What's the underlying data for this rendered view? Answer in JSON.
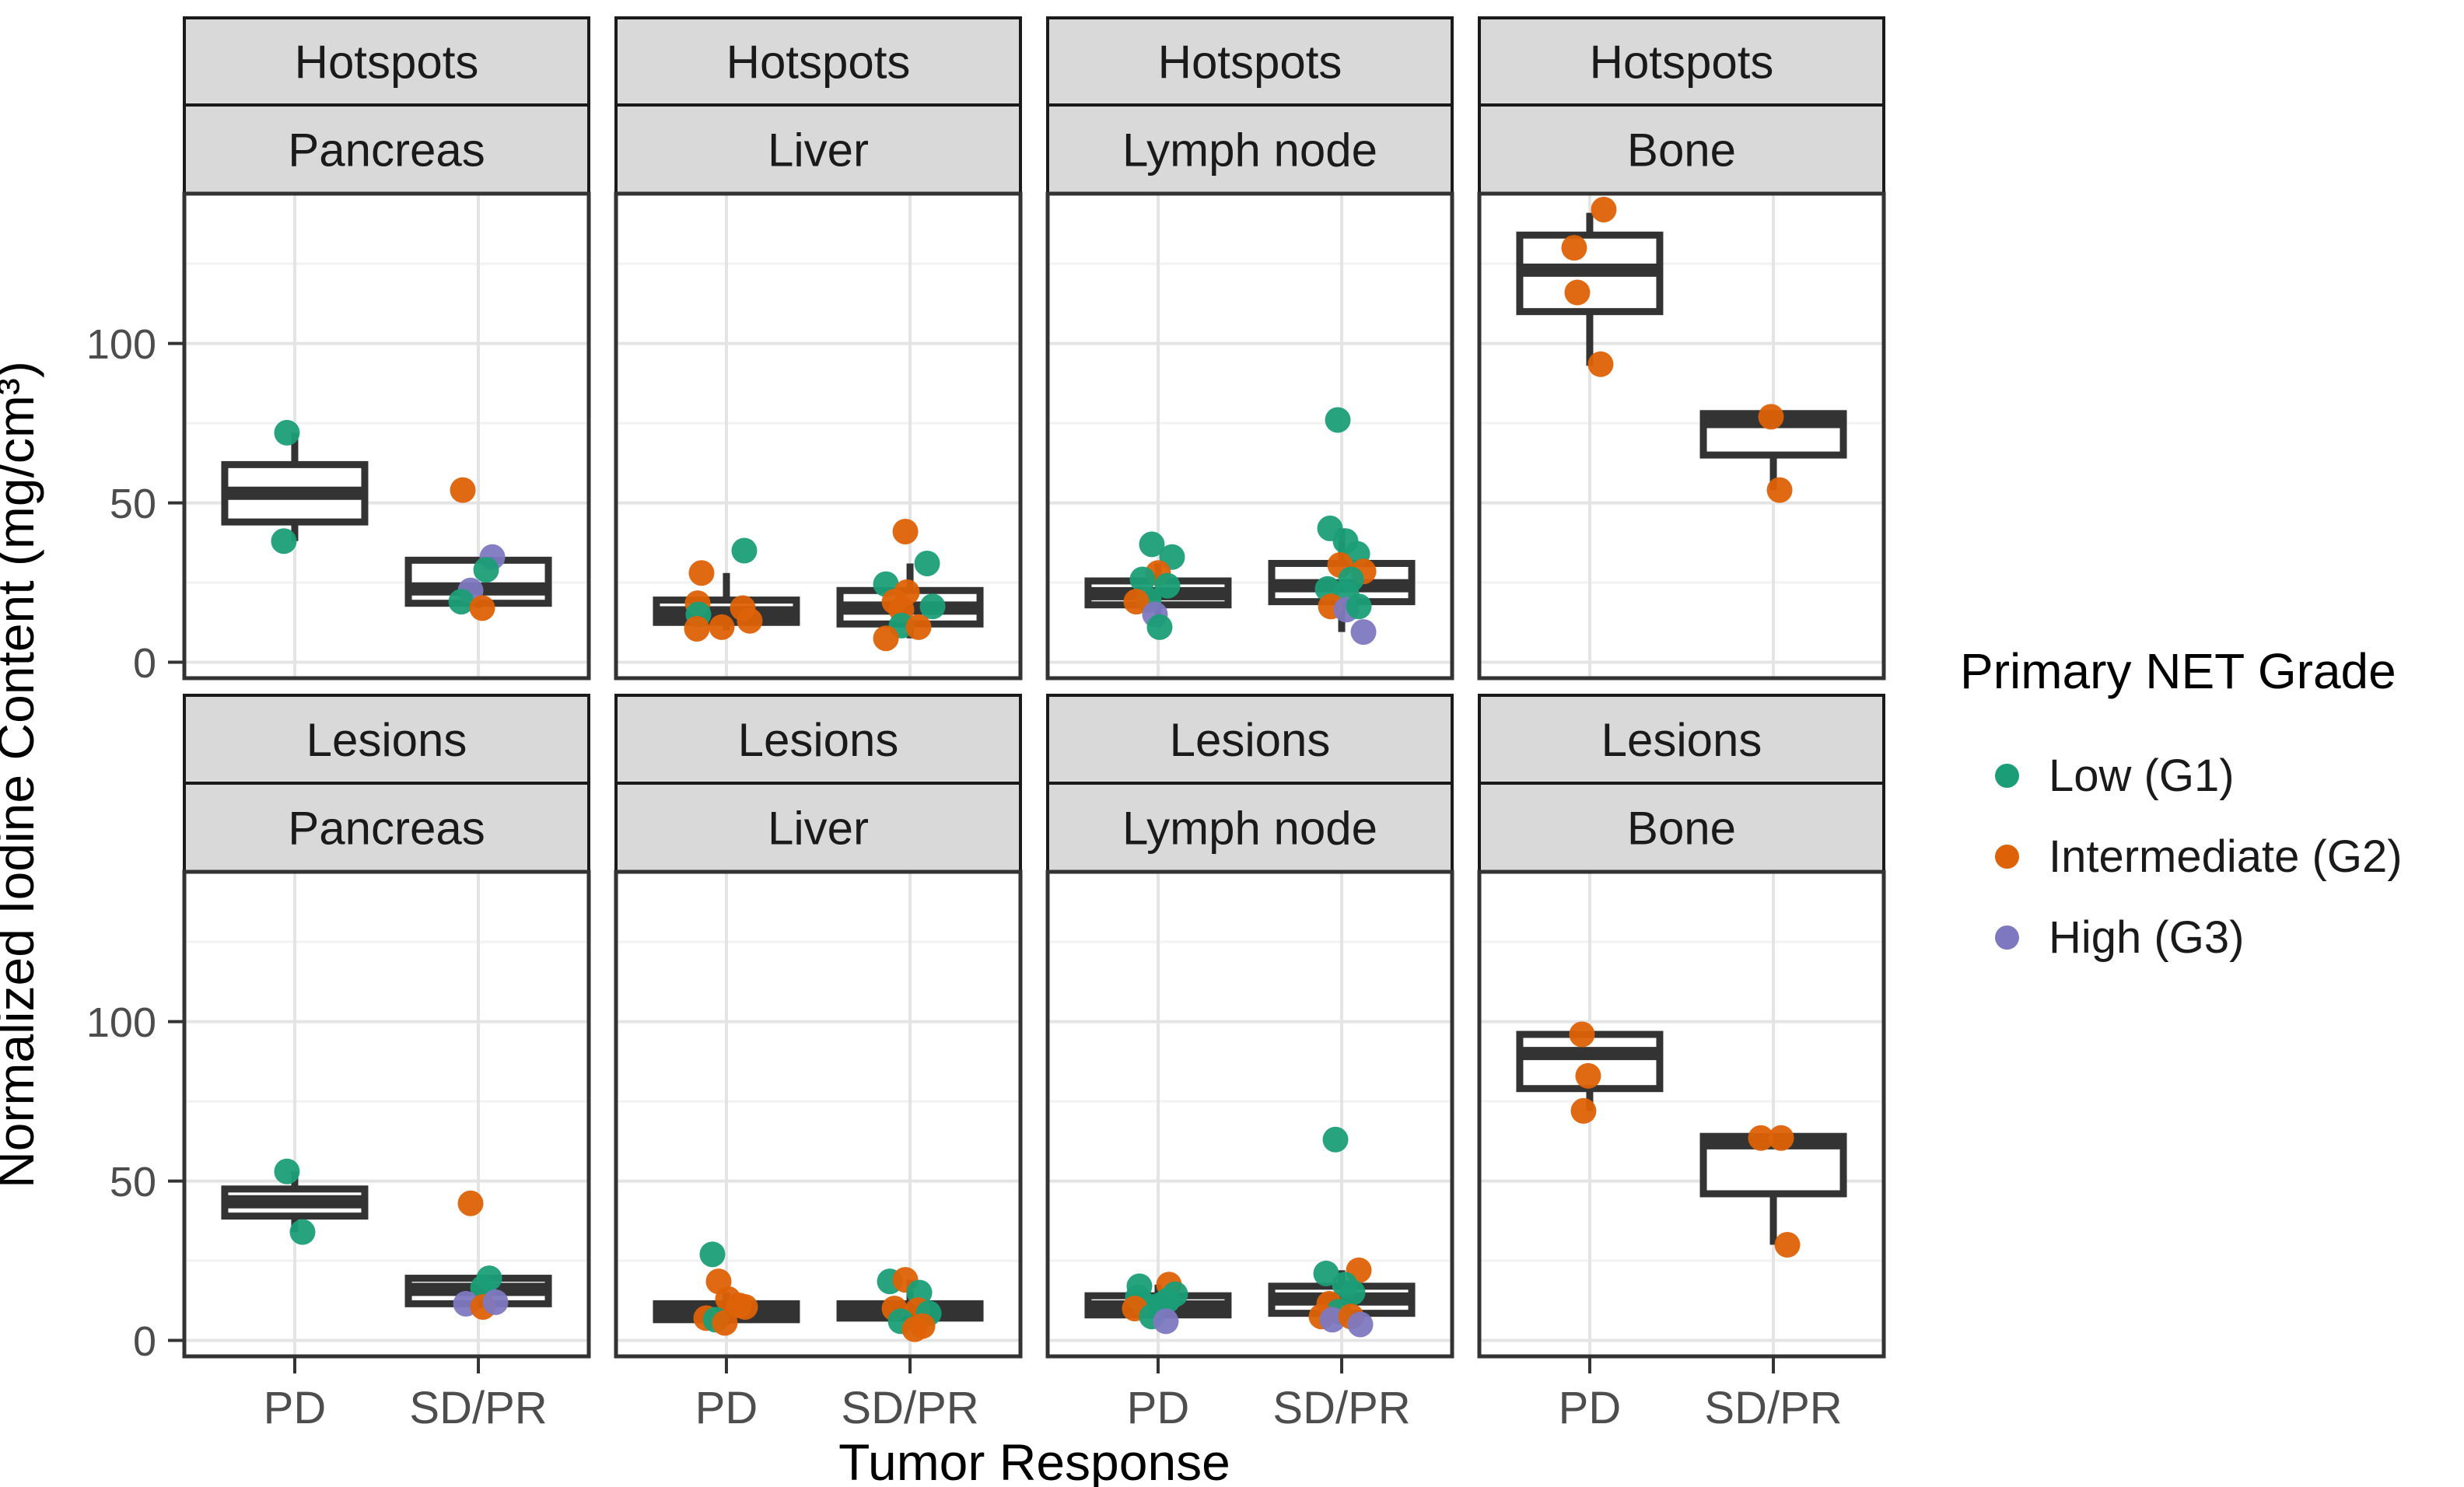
{
  "figure": {
    "y_axis_title": "Normalized Iodine Content (mg/cm³)",
    "x_axis_title": "Tumor Response",
    "y_ticks": [
      0,
      50,
      100
    ],
    "x_categories": [
      "PD",
      "SD/PR"
    ]
  },
  "legend": {
    "title": "Primary NET Grade",
    "items": [
      {
        "id": "G1",
        "label": "Low (G1)",
        "color": "#1B9E77"
      },
      {
        "id": "G2",
        "label": "Intermediate (G2)",
        "color": "#DE6207"
      },
      {
        "id": "G3",
        "label": "High (G3)",
        "color": "#7E78C0"
      }
    ]
  },
  "chart_data": {
    "type": "boxplot-with-jitter",
    "title": "",
    "xlabel": "Tumor Response",
    "ylabel": "Normalized Iodine Content (mg/cm³)",
    "facet_rows": [
      "Hotspots",
      "Lesions"
    ],
    "facet_cols": [
      "Pancreas",
      "Liver",
      "Lymph node",
      "Bone"
    ],
    "y_domain": [
      -5,
      147
    ],
    "grid": {
      "major": [
        0,
        50,
        100
      ],
      "minor": [
        25,
        75,
        125
      ]
    },
    "colors": {
      "box_stroke": "#333333",
      "strip_fill": "#D9D9D9",
      "strip_stroke": "#1a1a1a",
      "panel_stroke": "#333333",
      "grid_major": "#E4E4E4",
      "grid_minor": "#F2F2F2",
      "tick_label": "#4D4D4D"
    },
    "panels": [
      {
        "row": "Hotspots",
        "col": "Pancreas",
        "groups": [
          {
            "category": "PD",
            "box": {
              "q1": 44,
              "median": 53,
              "q3": 62,
              "lo": 38,
              "hi": 72
            },
            "points": [
              {
                "v": 72,
                "g": "G1",
                "dx": -10
              },
              {
                "v": 38,
                "g": "G1",
                "dx": -14
              }
            ]
          },
          {
            "category": "SD/PR",
            "box": {
              "q1": 18.5,
              "median": 23,
              "q3": 32,
              "lo": 17,
              "hi": 33
            },
            "points": [
              {
                "v": 54,
                "g": "G2",
                "dx": -20
              },
              {
                "v": 33,
                "g": "G3",
                "dx": 18
              },
              {
                "v": 29,
                "g": "G1",
                "dx": 10
              },
              {
                "v": 22.5,
                "g": "G3",
                "dx": -10
              },
              {
                "v": 19,
                "g": "G1",
                "dx": -22
              },
              {
                "v": 17,
                "g": "G2",
                "dx": 5
              }
            ]
          }
        ]
      },
      {
        "row": "Hotspots",
        "col": "Liver",
        "groups": [
          {
            "category": "PD",
            "box": {
              "q1": 12.5,
              "median": 15.5,
              "q3": 19.5,
              "lo": 10,
              "hi": 28
            },
            "points": [
              {
                "v": 35,
                "g": "G1",
                "dx": 23
              },
              {
                "v": 28,
                "g": "G2",
                "dx": -32
              },
              {
                "v": 18.5,
                "g": "G2",
                "dx": -37
              },
              {
                "v": 15,
                "g": "G1",
                "dx": -36
              },
              {
                "v": 10.5,
                "g": "G2",
                "dx": -38
              },
              {
                "v": 11,
                "g": "G2",
                "dx": -6
              },
              {
                "v": 17,
                "g": "G2",
                "dx": 21
              },
              {
                "v": 13,
                "g": "G2",
                "dx": 30
              }
            ]
          },
          {
            "category": "SD/PR",
            "box": {
              "q1": 12,
              "median": 17,
              "q3": 22.5,
              "lo": 7.5,
              "hi": 31
            },
            "points": [
              {
                "v": 41,
                "g": "G2",
                "dx": -6
              },
              {
                "v": 31,
                "g": "G1",
                "dx": 22
              },
              {
                "v": 24.5,
                "g": "G1",
                "dx": -31
              },
              {
                "v": 22,
                "g": "G2",
                "dx": -4
              },
              {
                "v": 19,
                "g": "G2",
                "dx": -20
              },
              {
                "v": 16.5,
                "g": "G2",
                "dx": -11
              },
              {
                "v": 17.5,
                "g": "G1",
                "dx": 29
              },
              {
                "v": 11.5,
                "g": "G1",
                "dx": -11
              },
              {
                "v": 11,
                "g": "G2",
                "dx": 11
              },
              {
                "v": 7.5,
                "g": "G2",
                "dx": -31
              }
            ]
          }
        ]
      },
      {
        "row": "Hotspots",
        "col": "Lymph node",
        "groups": [
          {
            "category": "PD",
            "box": {
              "q1": 18,
              "median": 21.5,
              "q3": 25.5,
              "lo": 11,
              "hi": 31
            },
            "points": [
              {
                "v": 37,
                "g": "G1",
                "dx": -8
              },
              {
                "v": 33,
                "g": "G1",
                "dx": 18
              },
              {
                "v": 28,
                "g": "G2",
                "dx": 0
              },
              {
                "v": 26,
                "g": "G1",
                "dx": -20
              },
              {
                "v": 24,
                "g": "G1",
                "dx": 12
              },
              {
                "v": 19.5,
                "g": "G1",
                "dx": -12
              },
              {
                "v": 19,
                "g": "G2",
                "dx": -28
              },
              {
                "v": 15,
                "g": "G3",
                "dx": -4
              },
              {
                "v": 11,
                "g": "G1",
                "dx": 2
              }
            ]
          },
          {
            "category": "SD/PR",
            "box": {
              "q1": 19,
              "median": 24,
              "q3": 31,
              "lo": 9.5,
              "hi": 42
            },
            "points": [
              {
                "v": 76,
                "g": "G1",
                "dx": -5
              },
              {
                "v": 42,
                "g": "G1",
                "dx": -15
              },
              {
                "v": 38,
                "g": "G1",
                "dx": 5
              },
              {
                "v": 34,
                "g": "G1",
                "dx": 20
              },
              {
                "v": 30.5,
                "g": "G2",
                "dx": -2
              },
              {
                "v": 28.5,
                "g": "G2",
                "dx": 28
              },
              {
                "v": 26,
                "g": "G1",
                "dx": 12
              },
              {
                "v": 23,
                "g": "G1",
                "dx": -18
              },
              {
                "v": 21.5,
                "g": "G1",
                "dx": 6
              },
              {
                "v": 17.5,
                "g": "G2",
                "dx": -14
              },
              {
                "v": 16.5,
                "g": "G3",
                "dx": 6
              },
              {
                "v": 17.5,
                "g": "G1",
                "dx": 22
              },
              {
                "v": 9.5,
                "g": "G3",
                "dx": 28
              }
            ]
          }
        ]
      },
      {
        "row": "Hotspots",
        "col": "Bone",
        "groups": [
          {
            "category": "PD",
            "box": {
              "q1": 110,
              "median": 123,
              "q3": 134,
              "lo": 93,
              "hi": 141
            },
            "points": [
              {
                "v": 142,
                "g": "G2",
                "dx": 18
              },
              {
                "v": 130,
                "g": "G2",
                "dx": -20
              },
              {
                "v": 116,
                "g": "G2",
                "dx": -16
              },
              {
                "v": 93.5,
                "g": "G2",
                "dx": 14
              }
            ]
          },
          {
            "category": "SD/PR",
            "box": {
              "q1": 65,
              "median": 75.5,
              "q3": 78,
              "lo": 54,
              "hi": 78
            },
            "points": [
              {
                "v": 77,
                "g": "G2",
                "dx": -3
              },
              {
                "v": 54,
                "g": "G2",
                "dx": 8
              }
            ]
          }
        ]
      },
      {
        "row": "Lesions",
        "col": "Pancreas",
        "groups": [
          {
            "category": "PD",
            "box": {
              "q1": 39,
              "median": 43.5,
              "q3": 47.5,
              "lo": 34,
              "hi": 53
            },
            "points": [
              {
                "v": 53,
                "g": "G1",
                "dx": -10
              },
              {
                "v": 34,
                "g": "G1",
                "dx": 10
              }
            ]
          },
          {
            "category": "SD/PR",
            "box": {
              "q1": 11.5,
              "median": 16,
              "q3": 19.5,
              "lo": 10,
              "hi": 20
            },
            "points": [
              {
                "v": 43,
                "g": "G2",
                "dx": -10
              },
              {
                "v": 19.5,
                "g": "G1",
                "dx": 14
              },
              {
                "v": 16.5,
                "g": "G1",
                "dx": 6
              },
              {
                "v": 11.5,
                "g": "G3",
                "dx": -16
              },
              {
                "v": 10.5,
                "g": "G2",
                "dx": 6
              },
              {
                "v": 12,
                "g": "G3",
                "dx": 22
              }
            ]
          }
        ]
      },
      {
        "row": "Lesions",
        "col": "Liver",
        "groups": [
          {
            "category": "PD",
            "box": {
              "q1": 6.5,
              "median": 9.5,
              "q3": 11.5,
              "lo": 5,
              "hi": 15
            },
            "points": [
              {
                "v": 27,
                "g": "G1",
                "dx": -18
              },
              {
                "v": 18.5,
                "g": "G2",
                "dx": -10
              },
              {
                "v": 13,
                "g": "G2",
                "dx": 2
              },
              {
                "v": 11,
                "g": "G2",
                "dx": 16
              },
              {
                "v": 10.5,
                "g": "G2",
                "dx": 24
              },
              {
                "v": 7,
                "g": "G2",
                "dx": -26
              },
              {
                "v": 6.5,
                "g": "G1",
                "dx": -14
              },
              {
                "v": 5.5,
                "g": "G2",
                "dx": -2
              }
            ]
          },
          {
            "category": "SD/PR",
            "box": {
              "q1": 7,
              "median": 9.5,
              "q3": 11.5,
              "lo": 3.5,
              "hi": 19
            },
            "points": [
              {
                "v": 18.5,
                "g": "G1",
                "dx": -26
              },
              {
                "v": 19,
                "g": "G2",
                "dx": -6
              },
              {
                "v": 15,
                "g": "G1",
                "dx": 12
              },
              {
                "v": 10,
                "g": "G2",
                "dx": -20
              },
              {
                "v": 9.5,
                "g": "G2",
                "dx": 10
              },
              {
                "v": 8.5,
                "g": "G1",
                "dx": 24
              },
              {
                "v": 6,
                "g": "G1",
                "dx": -12
              },
              {
                "v": 4.5,
                "g": "G2",
                "dx": 16
              },
              {
                "v": 3.5,
                "g": "G2",
                "dx": 6
              }
            ]
          }
        ]
      },
      {
        "row": "Lesions",
        "col": "Lymph node",
        "groups": [
          {
            "category": "PD",
            "box": {
              "q1": 8,
              "median": 10.5,
              "q3": 14,
              "lo": 6,
              "hi": 17.5
            },
            "points": [
              {
                "v": 17,
                "g": "G1",
                "dx": -24
              },
              {
                "v": 17.5,
                "g": "G2",
                "dx": 14
              },
              {
                "v": 14.5,
                "g": "G1",
                "dx": 22
              },
              {
                "v": 13.5,
                "g": "G1",
                "dx": -26
              },
              {
                "v": 12.5,
                "g": "G1",
                "dx": 12
              },
              {
                "v": 11,
                "g": "G1",
                "dx": -16
              },
              {
                "v": 11,
                "g": "G1",
                "dx": 2
              },
              {
                "v": 10,
                "g": "G2",
                "dx": -30
              },
              {
                "v": 7.5,
                "g": "G1",
                "dx": -8
              },
              {
                "v": 6,
                "g": "G3",
                "dx": 10
              }
            ]
          },
          {
            "category": "SD/PR",
            "box": {
              "q1": 8.5,
              "median": 13,
              "q3": 17,
              "lo": 5,
              "hi": 22
            },
            "points": [
              {
                "v": 63,
                "g": "G1",
                "dx": -8
              },
              {
                "v": 22,
                "g": "G2",
                "dx": 22
              },
              {
                "v": 21,
                "g": "G1",
                "dx": -20
              },
              {
                "v": 17.5,
                "g": "G1",
                "dx": 4
              },
              {
                "v": 15,
                "g": "G1",
                "dx": 14
              },
              {
                "v": 11.5,
                "g": "G2",
                "dx": -16
              },
              {
                "v": 9,
                "g": "G1",
                "dx": -4
              },
              {
                "v": 7.5,
                "g": "G2",
                "dx": -26
              },
              {
                "v": 6.5,
                "g": "G3",
                "dx": -12
              },
              {
                "v": 7.5,
                "g": "G2",
                "dx": 12
              },
              {
                "v": 5,
                "g": "G3",
                "dx": 24
              }
            ]
          }
        ]
      },
      {
        "row": "Lesions",
        "col": "Bone",
        "groups": [
          {
            "category": "PD",
            "box": {
              "q1": 79,
              "median": 90,
              "q3": 96,
              "lo": 72,
              "hi": 96
            },
            "points": [
              {
                "v": 96,
                "g": "G2",
                "dx": -10
              },
              {
                "v": 83,
                "g": "G2",
                "dx": -2
              },
              {
                "v": 72,
                "g": "G2",
                "dx": -8
              }
            ]
          },
          {
            "category": "SD/PR",
            "box": {
              "q1": 46,
              "median": 62,
              "q3": 64,
              "lo": 30,
              "hi": 64
            },
            "points": [
              {
                "v": 63.5,
                "g": "G2",
                "dx": -16
              },
              {
                "v": 63.5,
                "g": "G2",
                "dx": 10
              },
              {
                "v": 30,
                "g": "G2",
                "dx": 18
              }
            ]
          }
        ]
      }
    ]
  }
}
